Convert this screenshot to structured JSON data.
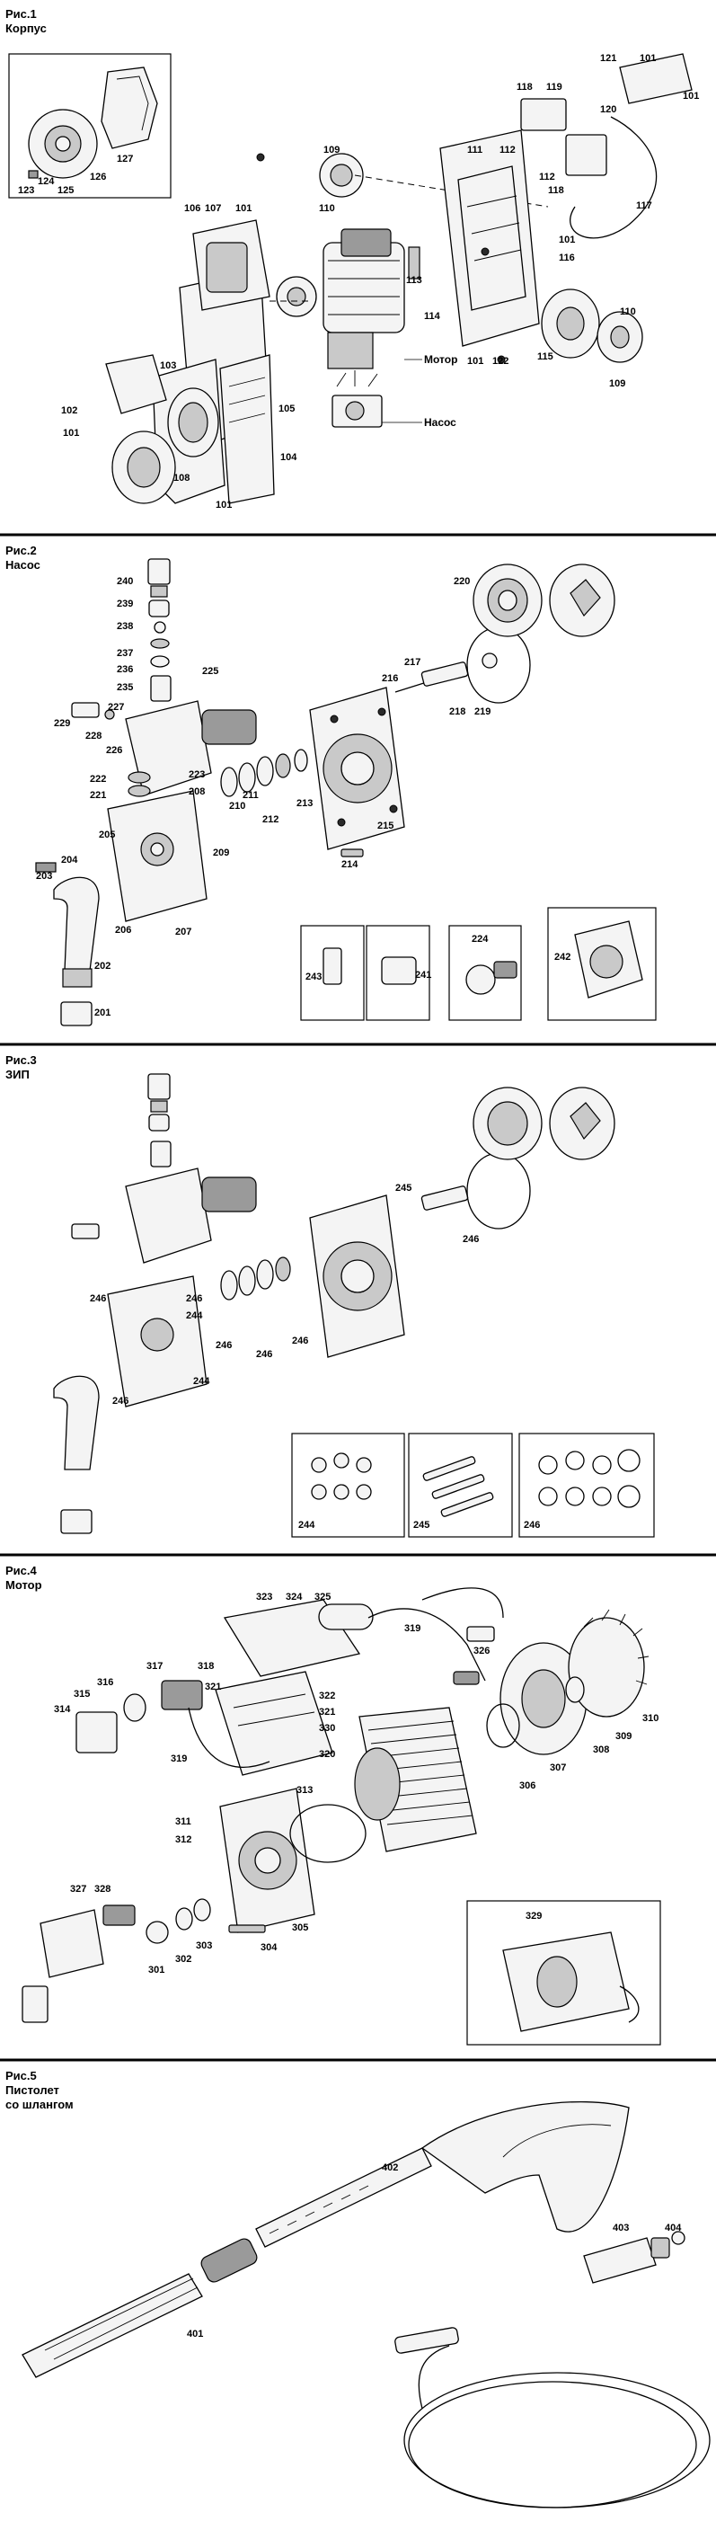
{
  "sections": [
    {
      "id": "fig1",
      "num": "Рис.1",
      "name": "Корпус"
    },
    {
      "id": "fig2",
      "num": "Рис.2",
      "name": "Насос"
    },
    {
      "id": "fig3",
      "num": "Рис.3",
      "name": "ЗИП"
    },
    {
      "id": "fig4",
      "num": "Рис.4",
      "name": "Мотор"
    },
    {
      "id": "fig5",
      "num": "Рис.5",
      "name": "Пистолет",
      "name2": "со шлангом"
    }
  ],
  "callouts": {
    "motor": "Мотор",
    "pump": "Насос"
  },
  "labels": {
    "fig1": [
      "123",
      "124",
      "125",
      "126",
      "127",
      "106",
      "107",
      "101",
      "109",
      "110",
      "121",
      "101",
      "101",
      "118",
      "119",
      "120",
      "111",
      "112",
      "112",
      "118",
      "117",
      "101",
      "116",
      "113",
      "114",
      "122",
      "101",
      "115",
      "110",
      "109",
      "103",
      "102",
      "101",
      "108",
      "101",
      "104",
      "105"
    ],
    "fig2": [
      "240",
      "239",
      "238",
      "237",
      "236",
      "235",
      "225",
      "227",
      "229",
      "228",
      "226",
      "222",
      "221",
      "223",
      "208",
      "205",
      "204",
      "203",
      "206",
      "207",
      "202",
      "201",
      "210",
      "211",
      "209",
      "212",
      "213",
      "214",
      "215",
      "216",
      "217",
      "218",
      "219",
      "220",
      "243",
      "241",
      "224",
      "242"
    ],
    "fig3": [
      "246",
      "246",
      "244",
      "246",
      "246",
      "246",
      "244",
      "246",
      "245",
      "246",
      "244",
      "245",
      "246"
    ],
    "fig4": [
      "323",
      "324",
      "325",
      "319",
      "326",
      "310",
      "309",
      "308",
      "307",
      "306",
      "317",
      "318",
      "321",
      "322",
      "321",
      "330",
      "320",
      "315",
      "316",
      "314",
      "319",
      "313",
      "311",
      "312",
      "327",
      "328",
      "301",
      "302",
      "303",
      "304",
      "305",
      "329"
    ],
    "fig5": [
      "402",
      "401",
      "403",
      "404"
    ]
  }
}
